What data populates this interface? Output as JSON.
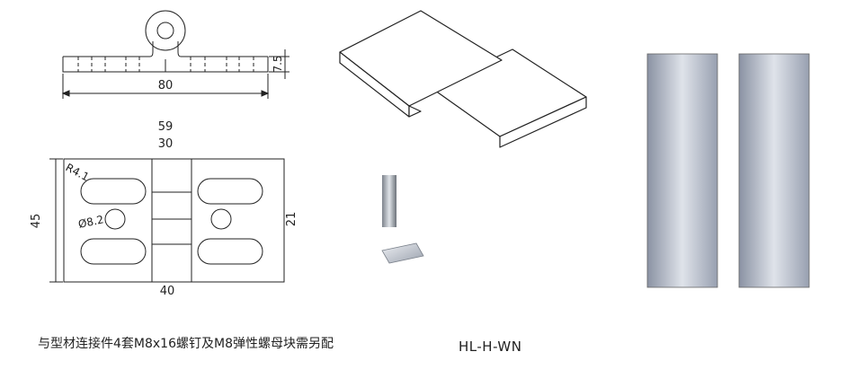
{
  "drawing": {
    "dim_total_width": "80",
    "dim_thickness": "7.5",
    "dim_slot_span": "59",
    "dim_slot_inner": "30",
    "dim_height": "45",
    "dim_radius": "R4.1",
    "dim_hole": "Ø8.2",
    "dim_hole_pitch_v": "21",
    "dim_hole_pitch_h": "40"
  },
  "captions": {
    "left": "与型材连接件4套M8x16螺钉及M8弹性螺母块需另配",
    "model": "HL-H-WN"
  },
  "colors": {
    "line": "#222222",
    "aluminum": "#c7ccd6",
    "aluminum_dark": "#8c93a0"
  }
}
